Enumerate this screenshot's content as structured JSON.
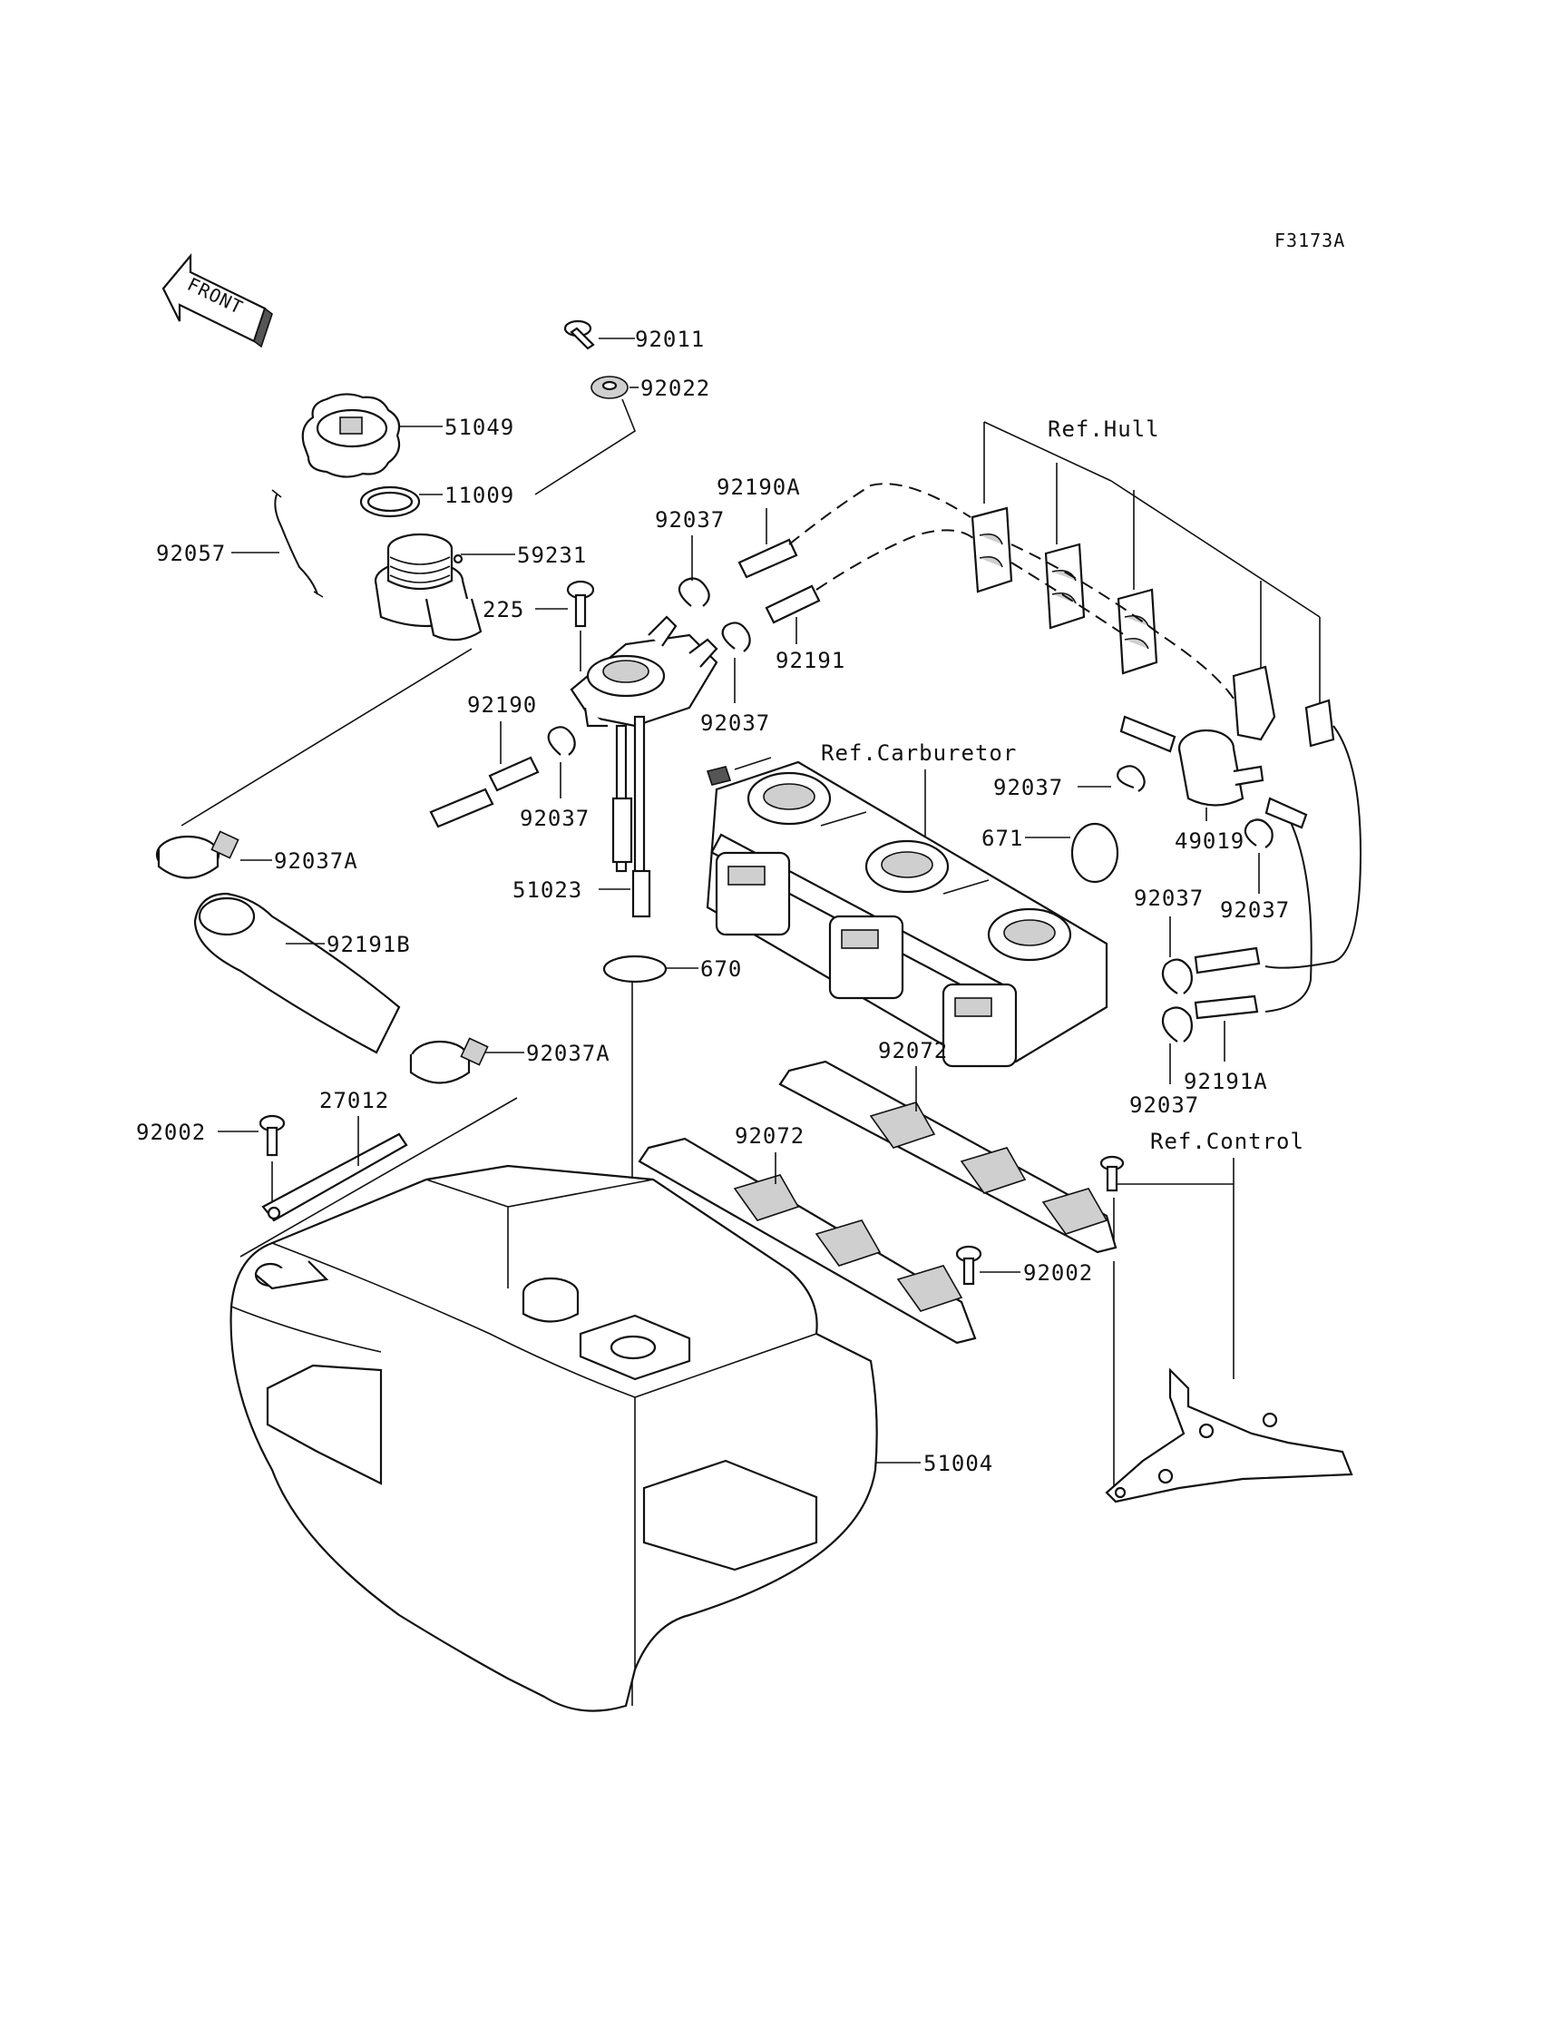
{
  "figure_code": "F3173A",
  "front_arrow_label": "FRONT",
  "refs": {
    "hull": "Ref.Hull",
    "carburetor": "Ref.Carburetor",
    "control": "Ref.Control"
  },
  "parts": {
    "p92011": "92011",
    "p92022": "92022",
    "p51049": "51049",
    "p11009": "11009",
    "p59231": "59231",
    "p92057": "92057",
    "p92190A": "92190A",
    "p92037_a": "92037",
    "p225": "225",
    "p92191": "92191",
    "p92037_b": "92037",
    "p92190": "92190",
    "p92037_c": "92037",
    "p92037A_a": "92037A",
    "p51023": "51023",
    "p92191B": "92191B",
    "p670": "670",
    "p92037A_b": "92037A",
    "p92037_d": "92037",
    "p671": "671",
    "p49019": "49019",
    "p92037_e": "92037",
    "p92037_f": "92037",
    "p92191A": "92191A",
    "p92037_g": "92037",
    "p92072_a": "92072",
    "p92072_b": "92072",
    "p27012": "27012",
    "p92002_a": "92002",
    "p92002_b": "92002",
    "p51004": "51004"
  }
}
